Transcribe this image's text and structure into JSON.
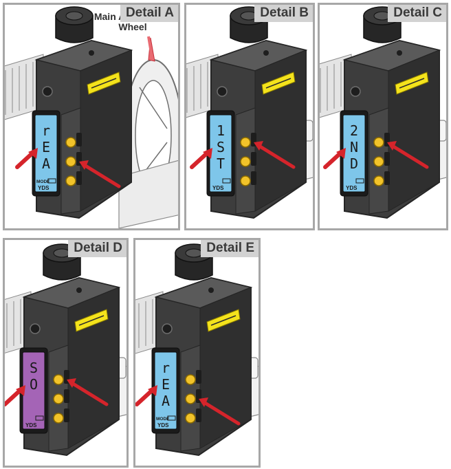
{
  "callout": {
    "line1": "Main Adjustment",
    "line2": "Wheel"
  },
  "display_labels": {
    "mode": "MODE",
    "units": "YDS"
  },
  "details": [
    {
      "tag": "Detail A",
      "readout": [
        "r",
        "E",
        "A"
      ],
      "screen_color": "#7ec6ea",
      "show_mode": true,
      "arrow_button": 2
    },
    {
      "tag": "Detail B",
      "readout": [
        "1",
        "S",
        "T"
      ],
      "screen_color": "#7ec6ea",
      "show_mode": false,
      "arrow_button": 1
    },
    {
      "tag": "Detail C",
      "readout": [
        "2",
        "N",
        "D"
      ],
      "screen_color": "#7ec6ea",
      "show_mode": false,
      "arrow_button": 1
    },
    {
      "tag": "Detail D",
      "readout": [
        "S",
        "O"
      ],
      "screen_color": "#a464b6",
      "show_mode": false,
      "arrow_button": 1
    },
    {
      "tag": "Detail E",
      "readout": [
        "r",
        "E",
        "A"
      ],
      "screen_color": "#7ec6ea",
      "show_mode": true,
      "arrow_button": 2
    }
  ],
  "colors": {
    "body": "#3d3d3d",
    "body_light": "#5a5a5a",
    "body_dark": "#252525",
    "button": "#f2c32a",
    "arrow": "#d5242b",
    "brand_badge": "#f4e31c",
    "rail": "#e4e4e4",
    "rail_stroke": "#8a8a8a"
  }
}
